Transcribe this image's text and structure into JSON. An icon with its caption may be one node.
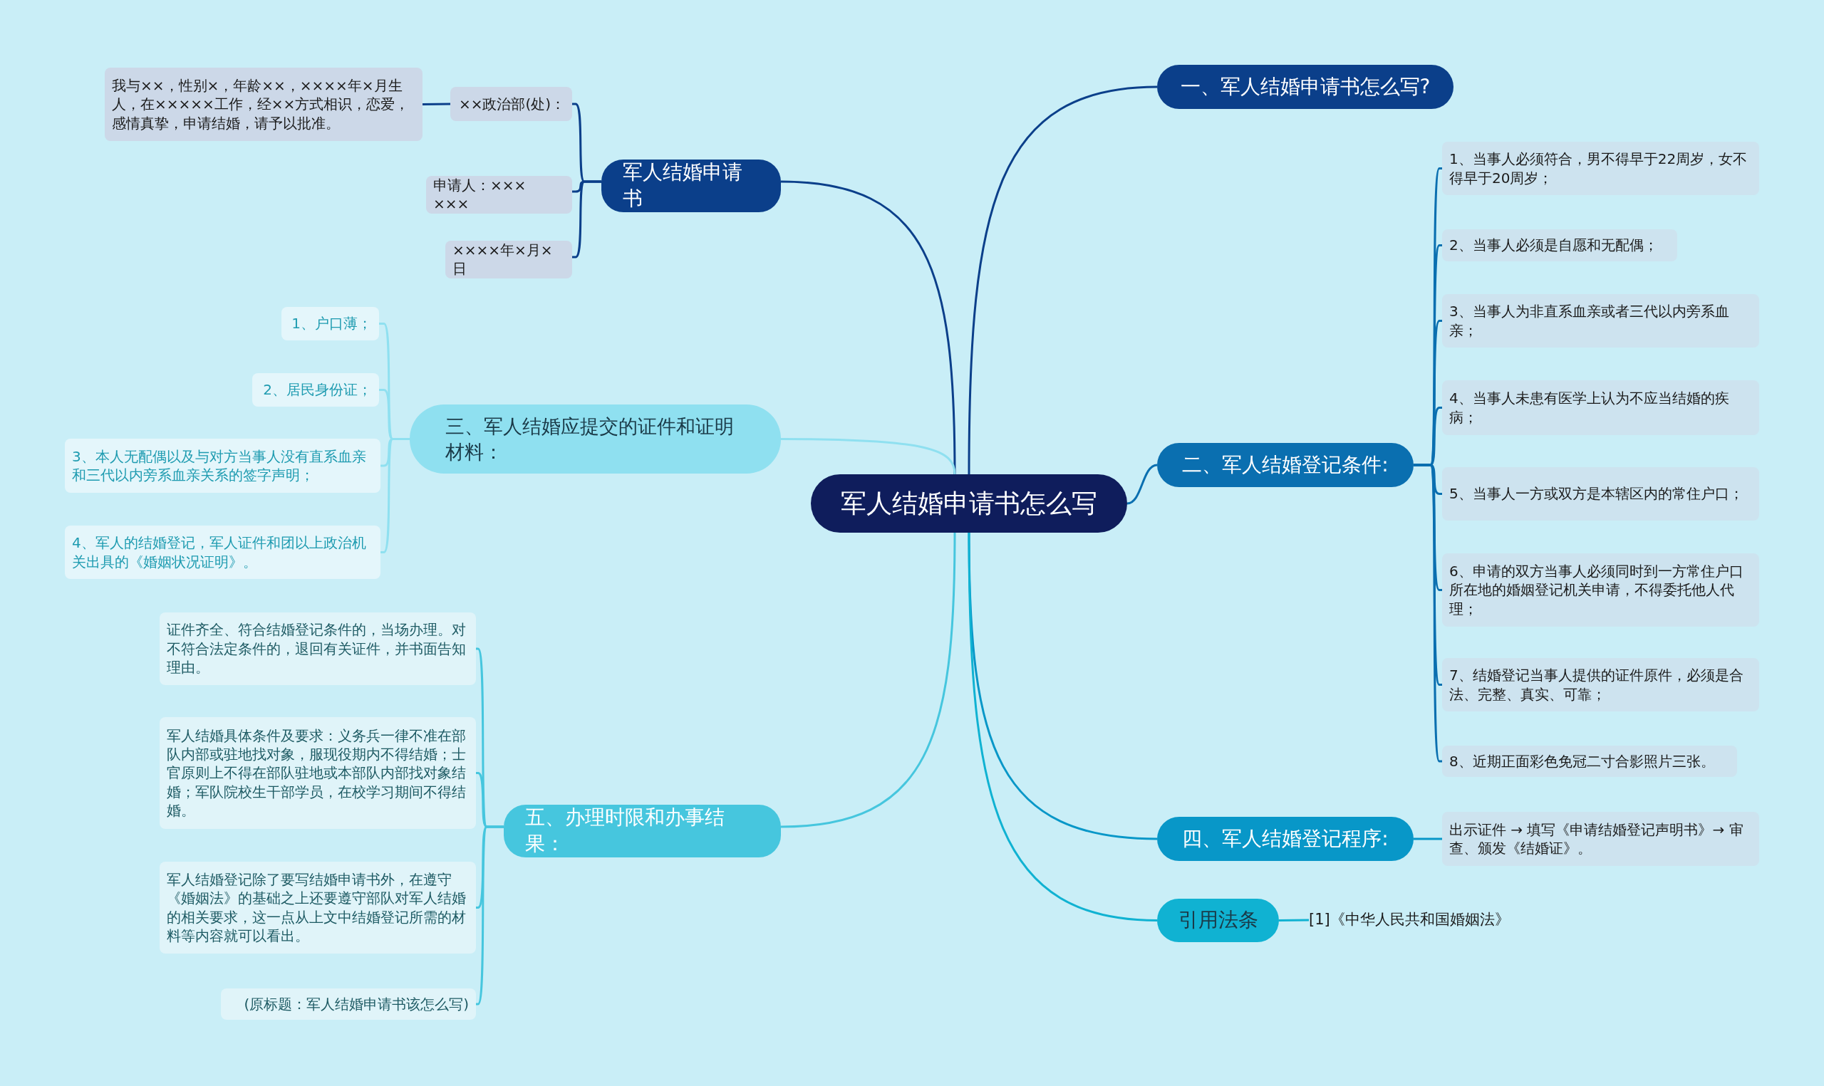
{
  "diagram": {
    "nodes": [
      {
        "text": [
          "军人结婚申请书怎么写"
        ]
      },
      {
        "text": [
          "一、军人结婚申请书怎么写?"
        ]
      },
      {
        "text": [
          "二、军人结婚登记条件:"
        ]
      },
      {
        "text": [
          "1、当事人必须符合，男不得早于22周岁，女不得早于20周岁；"
        ]
      },
      {
        "text": [
          "2、当事人必须是自愿和无配偶；"
        ]
      },
      {
        "text": [
          "3、当事人为非直系血亲或者三代以内旁系血亲；"
        ]
      },
      {
        "text": [
          "4、当事人未患有医学上认为不应当结婚的疾病；"
        ]
      },
      {
        "text": [
          "5、当事人一方或双方是本辖区内的常住户口；"
        ]
      },
      {
        "text": [
          "6、申请的双方当事人必须同时到一方常住户口所在地的婚姻登记机关申请，不得委托他人代理；"
        ]
      },
      {
        "text": [
          "7、结婚登记当事人提供的证件原件，必须是合法、完整、真实、可靠；"
        ]
      },
      {
        "text": [
          "8、近期正面彩色免冠二寸合影照片三张。"
        ]
      },
      {
        "text": [
          "四、军人结婚登记程序:"
        ]
      },
      {
        "text": [
          "出示证件 → 填写《申请结婚登记声明书》→ 审查、颁发《结婚证》。"
        ]
      },
      {
        "text": [
          "引用法条"
        ]
      },
      {
        "text": [
          "[1]《中华人民共和国婚姻法》"
        ]
      },
      {
        "text": [
          "军人结婚申请书"
        ]
      },
      {
        "text": [
          "××政治部(处)："
        ]
      },
      {
        "text": [
          "我与××，性别×，年龄××，××××年×月生人，在×××××工作，经××方式相识，恋爱，感情真挚，申请结婚，请予以批准。"
        ]
      },
      {
        "text": [
          "申请人：××× ×××"
        ]
      },
      {
        "text": [
          "××××年×月×日"
        ]
      },
      {
        "text": [
          "三、军人结婚应提交的证件和证明材料："
        ]
      },
      {
        "text": [
          "1、户口薄；"
        ]
      },
      {
        "text": [
          "2、居民身份证；"
        ]
      },
      {
        "text": [
          "3、本人无配偶以及与对方当事人没有直系血亲和三代以内旁系血亲关系的签字声明；"
        ]
      },
      {
        "text": [
          "4、军人的结婚登记，军人证件和团以上政治机关出具的《婚姻状况证明》。"
        ]
      },
      {
        "text": [
          "五、办理时限和办事结果："
        ]
      },
      {
        "text": [
          "证件齐全、符合结婚登记条件的，当场办理。对不符合法定条件的，退回有关证件，并书面告知理由。"
        ]
      },
      {
        "text": [
          "军人结婚具体条件及要求：义务兵一律不准在部队内部或驻地找对象，服现役期内不得结婚；士官原则上不得在部队驻地或本部队内部找对象结婚；军队院校生干部学员，在校学习期间不得结婚。"
        ]
      },
      {
        "text": [
          "军人结婚登记除了要写结婚申请书外，在遵守《婚姻法》的基础之上还要遵守部队对军人结婚的相关要求，这一点从上文中结婚登记所需的材料等内容就可以看出。"
        ]
      },
      {
        "text": [
          "(原标题：军人结婚申请书该怎么写)"
        ]
      }
    ],
    "edges": [
      {
        "from": 0,
        "to": 1,
        "arrow": "none",
        "color": "#0b3f8a"
      },
      {
        "from": 0,
        "to": 2,
        "arrow": "none",
        "color": "#0a6fb0"
      },
      {
        "from": 2,
        "to": 3,
        "arrow": "none",
        "color": "#0a6fb0"
      },
      {
        "from": 2,
        "to": 4,
        "arrow": "none",
        "color": "#0a6fb0"
      },
      {
        "from": 2,
        "to": 5,
        "arrow": "none",
        "color": "#0a6fb0"
      },
      {
        "from": 2,
        "to": 6,
        "arrow": "none",
        "color": "#0a6fb0"
      },
      {
        "from": 2,
        "to": 7,
        "arrow": "none",
        "color": "#0a6fb0"
      },
      {
        "from": 2,
        "to": 8,
        "arrow": "none",
        "color": "#0a6fb0"
      },
      {
        "from": 2,
        "to": 9,
        "arrow": "none",
        "color": "#0a6fb0"
      },
      {
        "from": 2,
        "to": 10,
        "arrow": "none",
        "color": "#0a6fb0"
      },
      {
        "from": 0,
        "to": 11,
        "arrow": "none",
        "color": "#0897c8"
      },
      {
        "from": 11,
        "to": 12,
        "arrow": "none",
        "color": "#0897c8"
      },
      {
        "from": 0,
        "to": 13,
        "arrow": "none",
        "color": "#10b2d2"
      },
      {
        "from": 13,
        "to": 14,
        "arrow": "none",
        "color": "#10b2d2"
      },
      {
        "from": 0,
        "to": 15,
        "arrow": "none",
        "color": "#0b3f8a"
      },
      {
        "from": 15,
        "to": 16,
        "arrow": "none",
        "color": "#0b3f8a"
      },
      {
        "from": 16,
        "to": 17,
        "arrow": "none",
        "color": "#0b3f8a"
      },
      {
        "from": 15,
        "to": 18,
        "arrow": "none",
        "color": "#0b3f8a"
      },
      {
        "from": 15,
        "to": 19,
        "arrow": "none",
        "color": "#0b3f8a"
      },
      {
        "from": 0,
        "to": 20,
        "arrow": "none",
        "color": "#8fe0f0"
      },
      {
        "from": 20,
        "to": 21,
        "arrow": "none",
        "color": "#8fe0f0"
      },
      {
        "from": 20,
        "to": 22,
        "arrow": "none",
        "color": "#8fe0f0"
      },
      {
        "from": 20,
        "to": 23,
        "arrow": "none",
        "color": "#8fe0f0"
      },
      {
        "from": 20,
        "to": 24,
        "arrow": "none",
        "color": "#8fe0f0"
      },
      {
        "from": 0,
        "to": 25,
        "arrow": "none",
        "color": "#46c6de"
      },
      {
        "from": 25,
        "to": 26,
        "arrow": "none",
        "color": "#46c6de"
      },
      {
        "from": 25,
        "to": 27,
        "arrow": "none",
        "color": "#46c6de"
      },
      {
        "from": 25,
        "to": 28,
        "arrow": "none",
        "color": "#46c6de"
      },
      {
        "from": 25,
        "to": 29,
        "arrow": "none",
        "color": "#46c6de"
      }
    ]
  }
}
